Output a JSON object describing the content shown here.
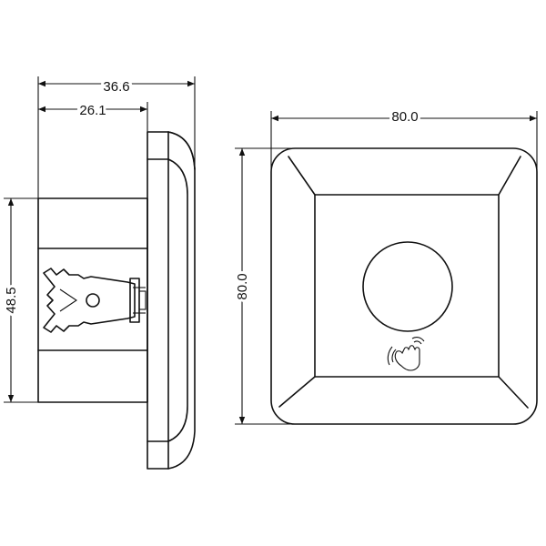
{
  "dimensions": {
    "overall_depth": "36.6",
    "body_depth": "26.1",
    "body_height": "48.5",
    "front_width": "80.0",
    "front_height": "80.0"
  },
  "icons": {
    "sensor": "wave-hand-icon"
  },
  "colors": {
    "line": "#111111",
    "background": "#ffffff"
  }
}
